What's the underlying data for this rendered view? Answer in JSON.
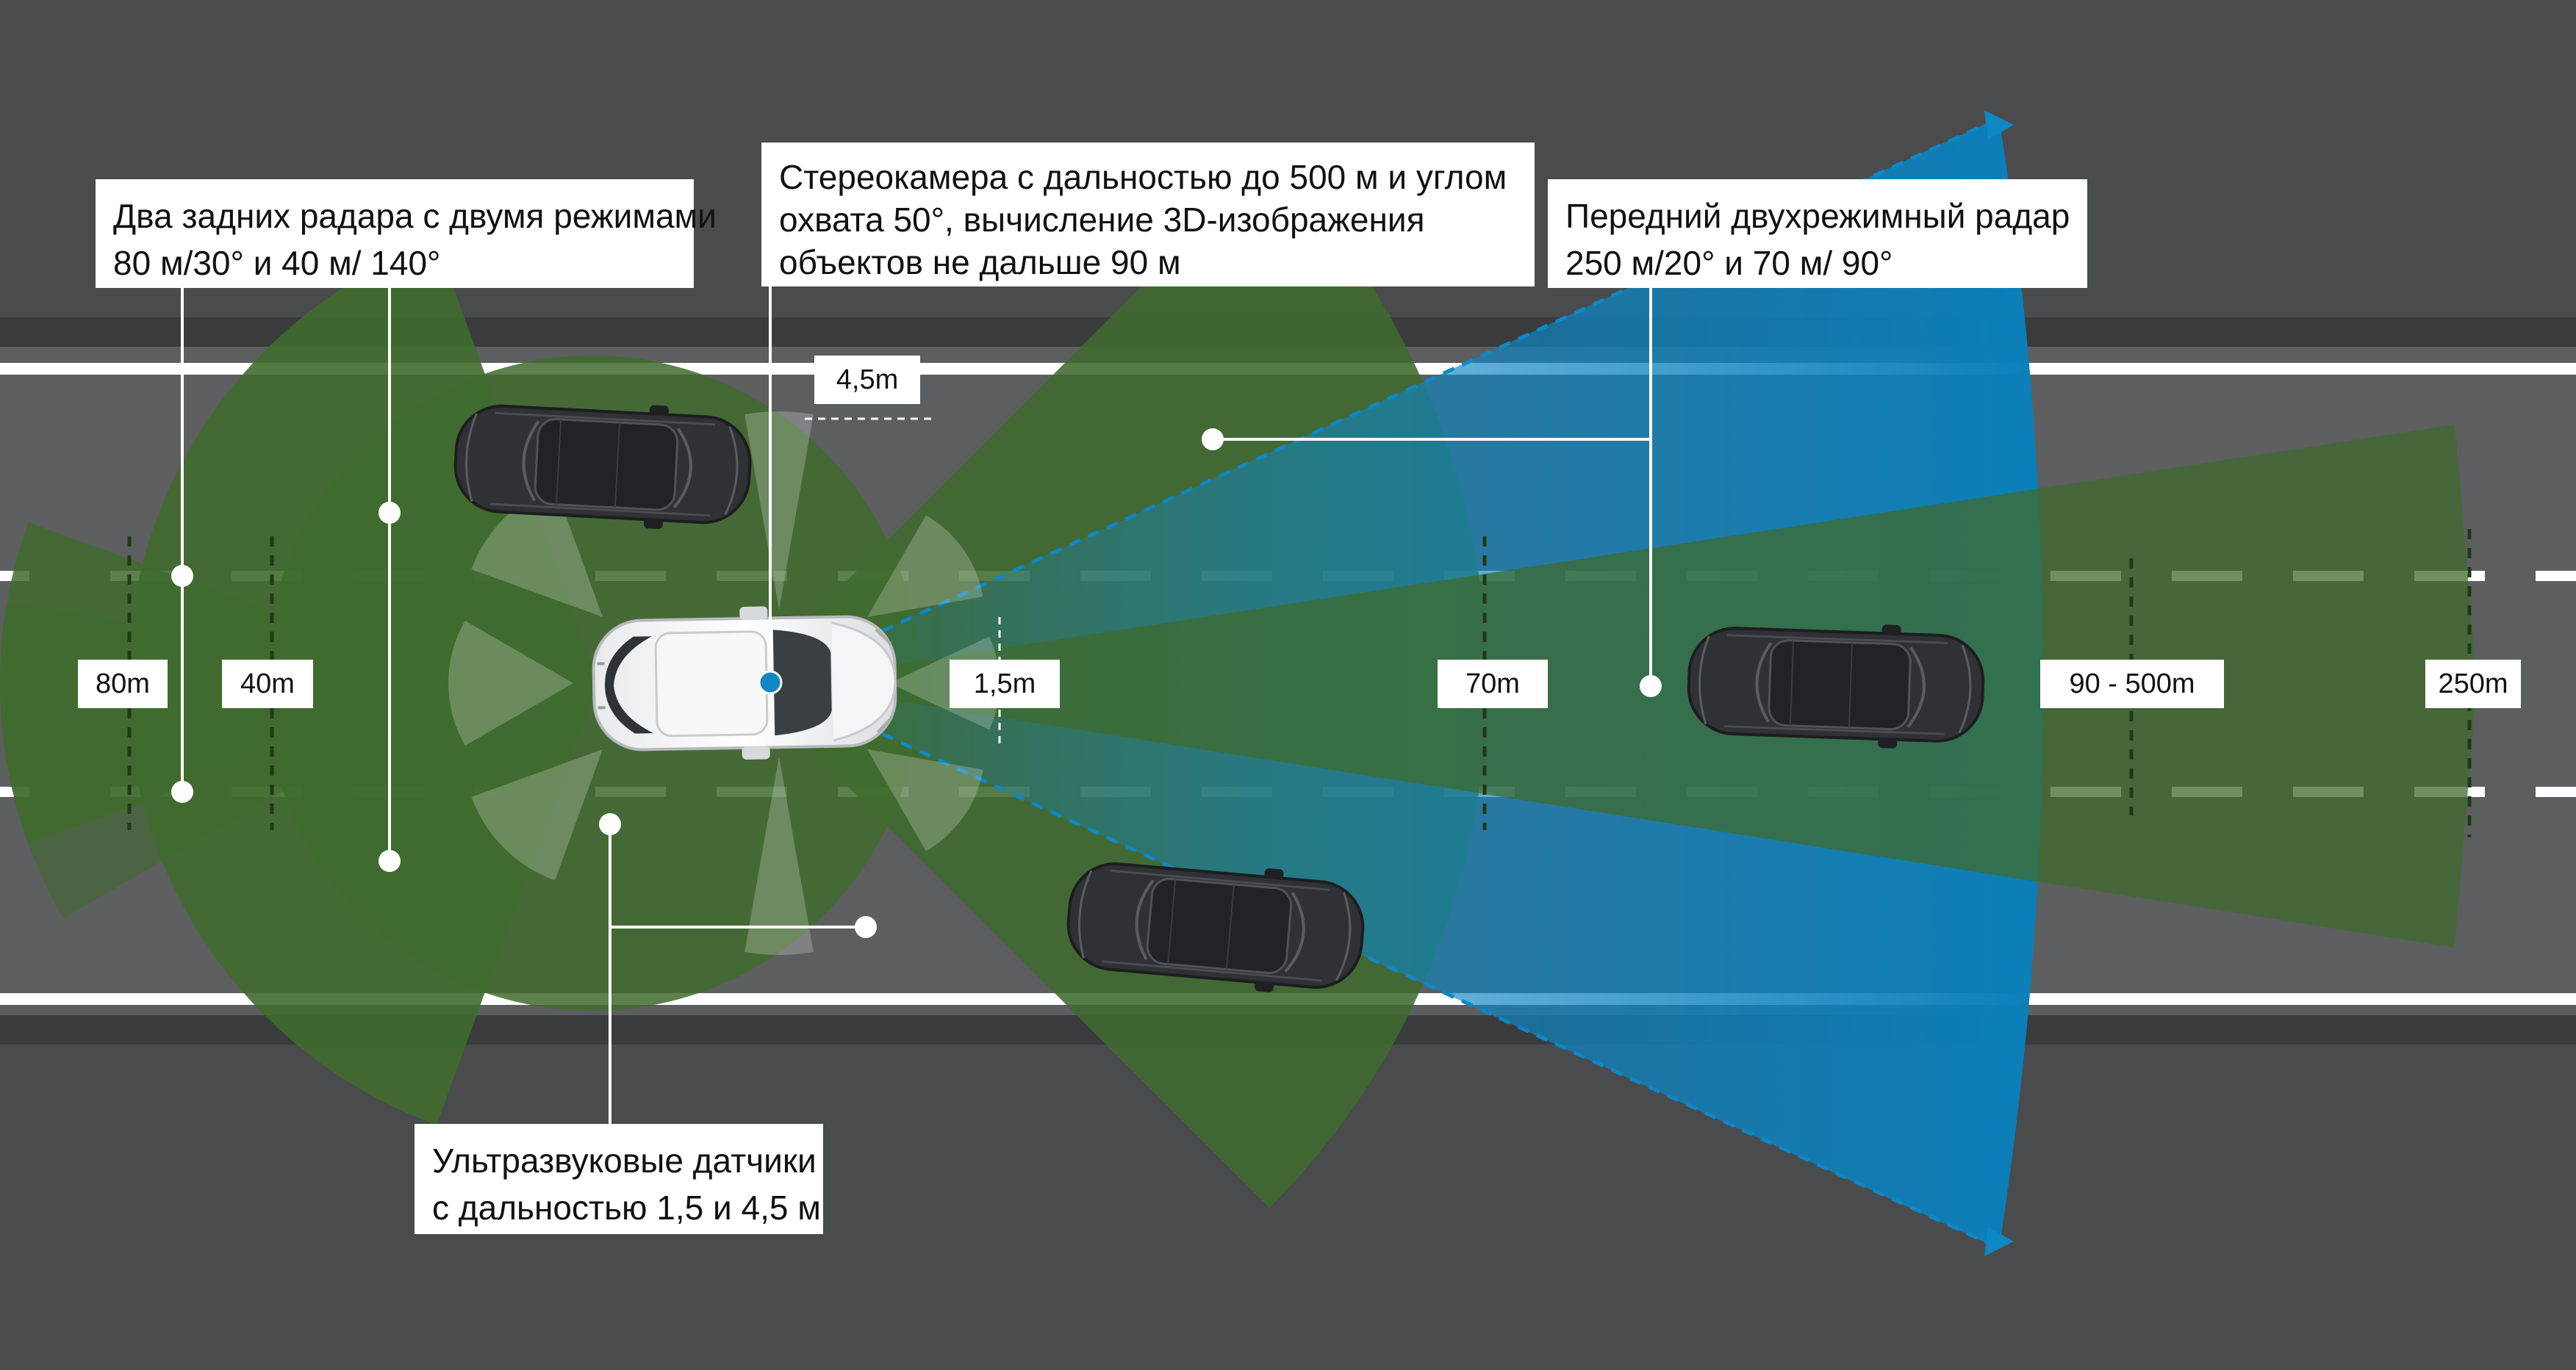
{
  "callouts": {
    "rear_radars": {
      "lines": [
        "Два задних радара с двумя режимами",
        "80 м/30° и 40 м/ 140°"
      ]
    },
    "stereo_camera": {
      "lines": [
        "Стереокамера с дальностью до 500 м и углом",
        "охвата 50°, вычисление 3D-изображения",
        "объектов не дальше 90 м"
      ]
    },
    "front_radar": {
      "lines": [
        "Передний двухрежимный радар",
        "250 м/20° и 70 м/ 90°"
      ]
    },
    "ultrasonic": {
      "lines": [
        "Ультразвуковые датчики",
        "с дальностью 1,5 и 4,5 м"
      ]
    }
  },
  "distance_labels": {
    "d80": "80m",
    "d40": "40m",
    "d4_5": "4,5m",
    "d1_5": "1,5m",
    "d70": "70m",
    "d90_500": "90 - 500m",
    "d250": "250m"
  },
  "colors": {
    "asphalt": "#4a4b4d",
    "road": "#5d5e60",
    "lane_marking": "#ffffff",
    "radar_green": "#3f6b2e",
    "camera_blue": "#0f87c4",
    "ultrasonic_white": "#ffffff",
    "leader_line": "#ffffff"
  },
  "icons": {
    "ego_car": "white-car-top-view",
    "other_cars": "dark-car-top-view"
  }
}
